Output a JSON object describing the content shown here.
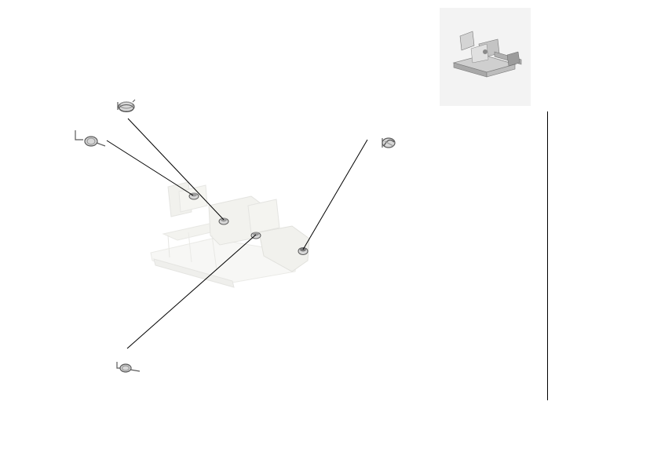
{
  "colors": {
    "leader": "#000000",
    "assembly_fill": "#f7f7f5",
    "assembly_edge": "#e2e2de",
    "spring_dark": "#5a5a5a",
    "spring_mid": "#9a9a9a",
    "spring_light": "#d8d8d8",
    "thumb_bg": "#f3f3f3",
    "thumb_part": "#b9b9b9",
    "rule": "#000000"
  },
  "diagram": {
    "type": "exploded-parts-diagram",
    "parts": [
      {
        "id": "spring-upper-coil",
        "icon": "coil-spring-icon"
      },
      {
        "id": "spring-left-torsion",
        "icon": "torsion-spring-icon"
      },
      {
        "id": "spring-right",
        "icon": "spring-clip-icon"
      },
      {
        "id": "spring-lower-torsion",
        "icon": "torsion-spring-icon"
      }
    ]
  }
}
